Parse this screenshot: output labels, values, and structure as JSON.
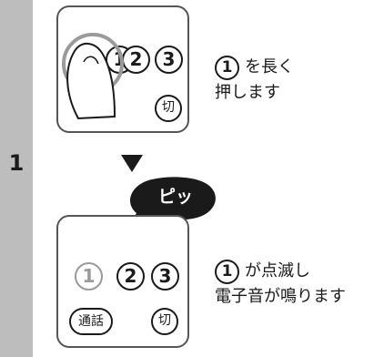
{
  "step": {
    "number": "1"
  },
  "panel1": {
    "keys": {
      "one": "1",
      "two": "2",
      "three": "3",
      "off": "切"
    }
  },
  "instruction1": {
    "key": "1",
    "line1": "を長く",
    "line2": "押します"
  },
  "sound": {
    "label": "ピッ"
  },
  "panel2": {
    "keys": {
      "one": "1",
      "two": "2",
      "three": "3",
      "call": "通話",
      "off": "切"
    }
  },
  "instruction2": {
    "key": "1",
    "line1": "が点滅し",
    "line2": "電子音が鳴ります"
  },
  "colors": {
    "sidebar": "#bdbdbd",
    "panel_border": "#555555",
    "highlight": "#9a9a9a",
    "ink": "#1a1a1a"
  }
}
